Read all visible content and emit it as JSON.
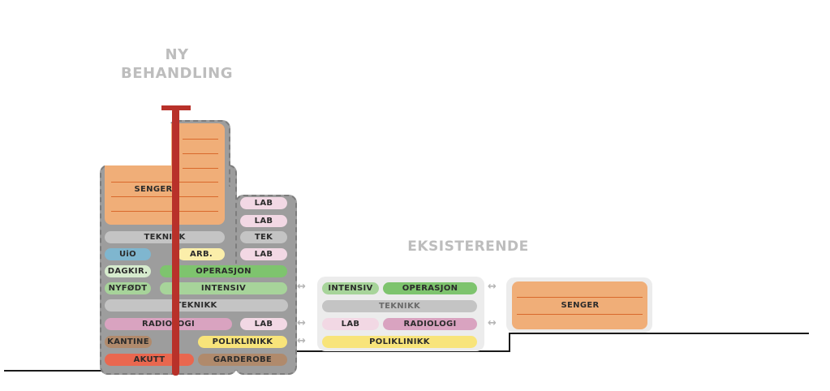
{
  "titles": {
    "new_line1": "NY",
    "new_line2": "BEHANDLING",
    "existing": "EKSISTERENDE"
  },
  "new_building": {
    "senger": "SENGER",
    "teknikk_top": "TEKNIKK",
    "uio": "UiO",
    "arb": "ARB.",
    "dagkir": "DAGKIR.",
    "operasjon": "OPERASJON",
    "nyfodt": "NYFØDT",
    "intensiv": "INTENSIV",
    "teknikk_mid": "TEKNIKK",
    "radiologi": "RADIOLOGI",
    "lab_low": "LAB",
    "kantine": "KANTINE",
    "poliklinikk": "POLIKLINIKK",
    "akutt": "AKUTT",
    "garderobe": "GARDEROBE"
  },
  "side_tower": {
    "lab1": "LAB",
    "lab2": "LAB",
    "tek": "TEK",
    "lab3": "LAB"
  },
  "existing_building": {
    "intensiv": "INTENSIV",
    "operasjon": "OPERASJON",
    "teknikk": "TEKNIKK",
    "lab": "LAB",
    "radiologi": "RADIOLOGI",
    "poliklinikk": "POLIKLINIKK",
    "senger": "SENGER"
  },
  "arrows": {
    "glyph": "↔"
  },
  "colors": {
    "senger": "#f0ae78",
    "teknikk": "#c4c4c4",
    "uio": "#7fb6cf",
    "arb": "#fbeeaa",
    "dagkir": "#d6ebcd",
    "operasjon": "#7ec46e",
    "intensiv": "#a7d49a",
    "radiologi": "#d9a3c0",
    "lab": "#f2d8e4",
    "kantine": "#b08a6c",
    "poliklinikk": "#f8e47a",
    "akutt": "#e9674f",
    "garderobe": "#b08a6c",
    "helipad_pole": "#b8312a"
  }
}
